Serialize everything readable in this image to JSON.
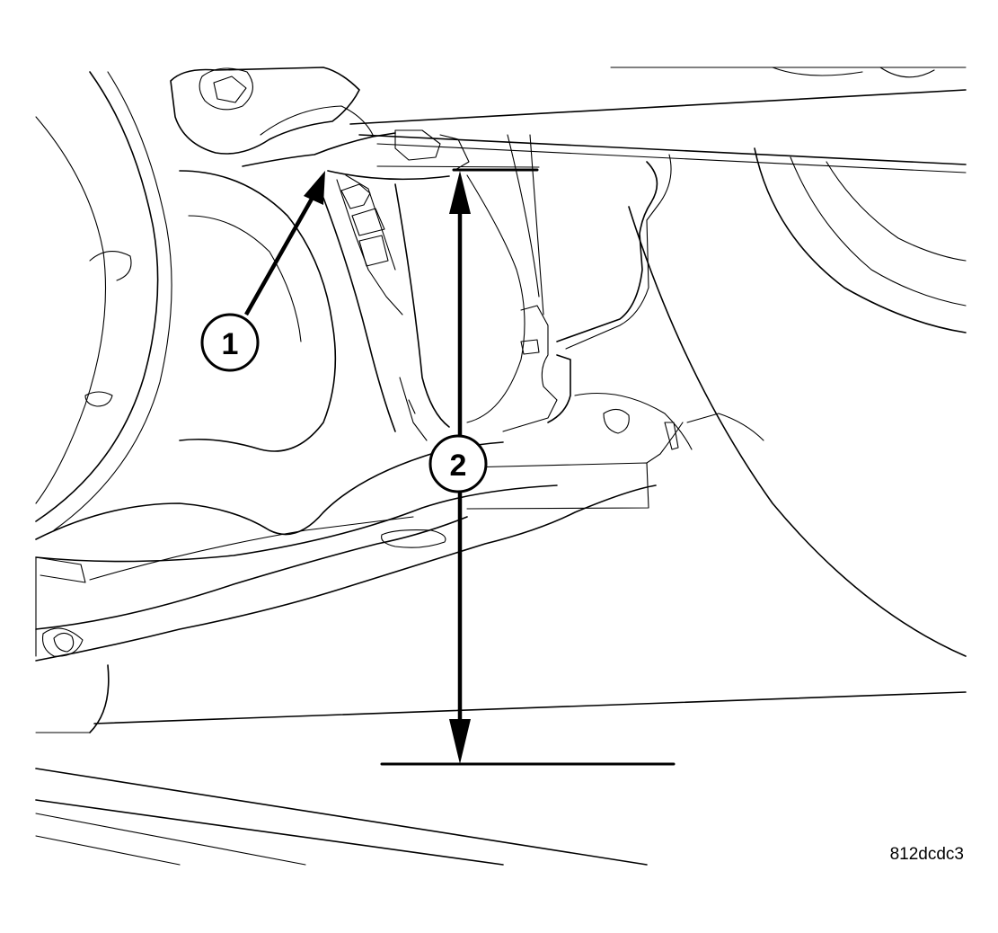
{
  "callouts": [
    {
      "number": "1"
    },
    {
      "number": "2"
    }
  ],
  "figure_id": "812dcdc3"
}
